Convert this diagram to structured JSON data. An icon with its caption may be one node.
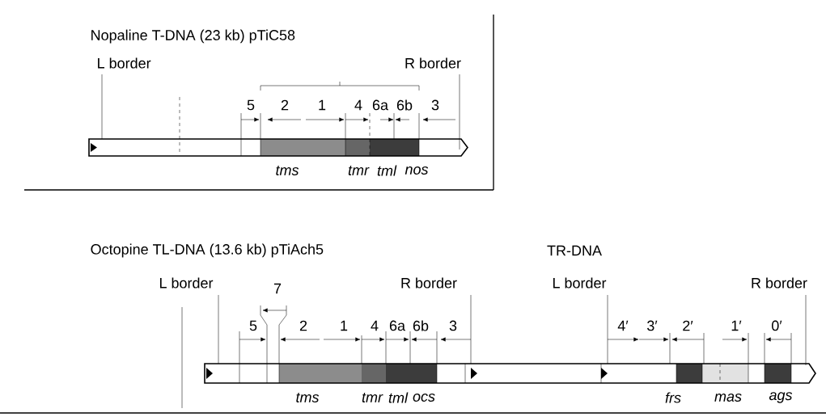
{
  "diagram": {
    "labels": [
      "Nopaline T-DNA (23 kb) pTiC58",
      "L border",
      "R border",
      "5",
      "2",
      "1",
      "4",
      "6a",
      "6b",
      "3",
      "tms",
      "tmr",
      "tml",
      "nos",
      "Octopine TL-DNA (13.6 kb) pTiAch5",
      "TR-DNA",
      "L border",
      "7",
      "R border",
      "L border",
      "R border",
      "5",
      "2",
      "1",
      "4",
      "6a",
      "6b",
      "3",
      "4′",
      "3′",
      "2′",
      "1′",
      "0′",
      "tms",
      "tmr",
      "tml",
      "ocs",
      "frs",
      "mas",
      "ags"
    ]
  }
}
